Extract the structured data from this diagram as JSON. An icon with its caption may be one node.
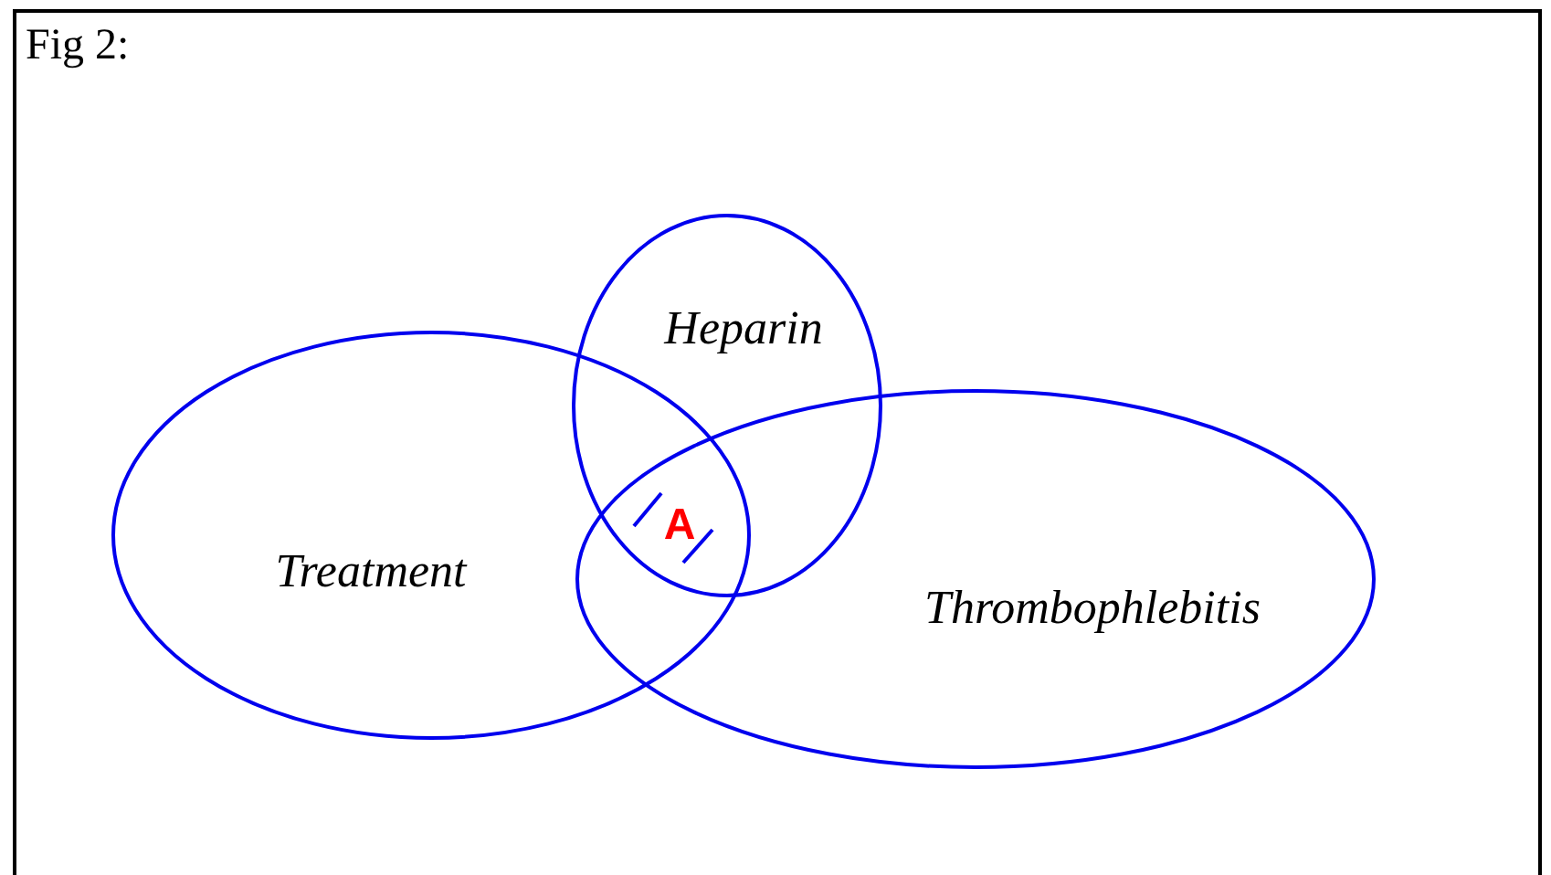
{
  "diagram": {
    "title": "Fig 2:",
    "nodes": [
      {
        "text": [
          "Heparin"
        ]
      },
      {
        "text": [
          "Treatment"
        ]
      },
      {
        "text": [
          "Thrombophlebitis"
        ]
      }
    ],
    "labels": [
      "A"
    ]
  }
}
